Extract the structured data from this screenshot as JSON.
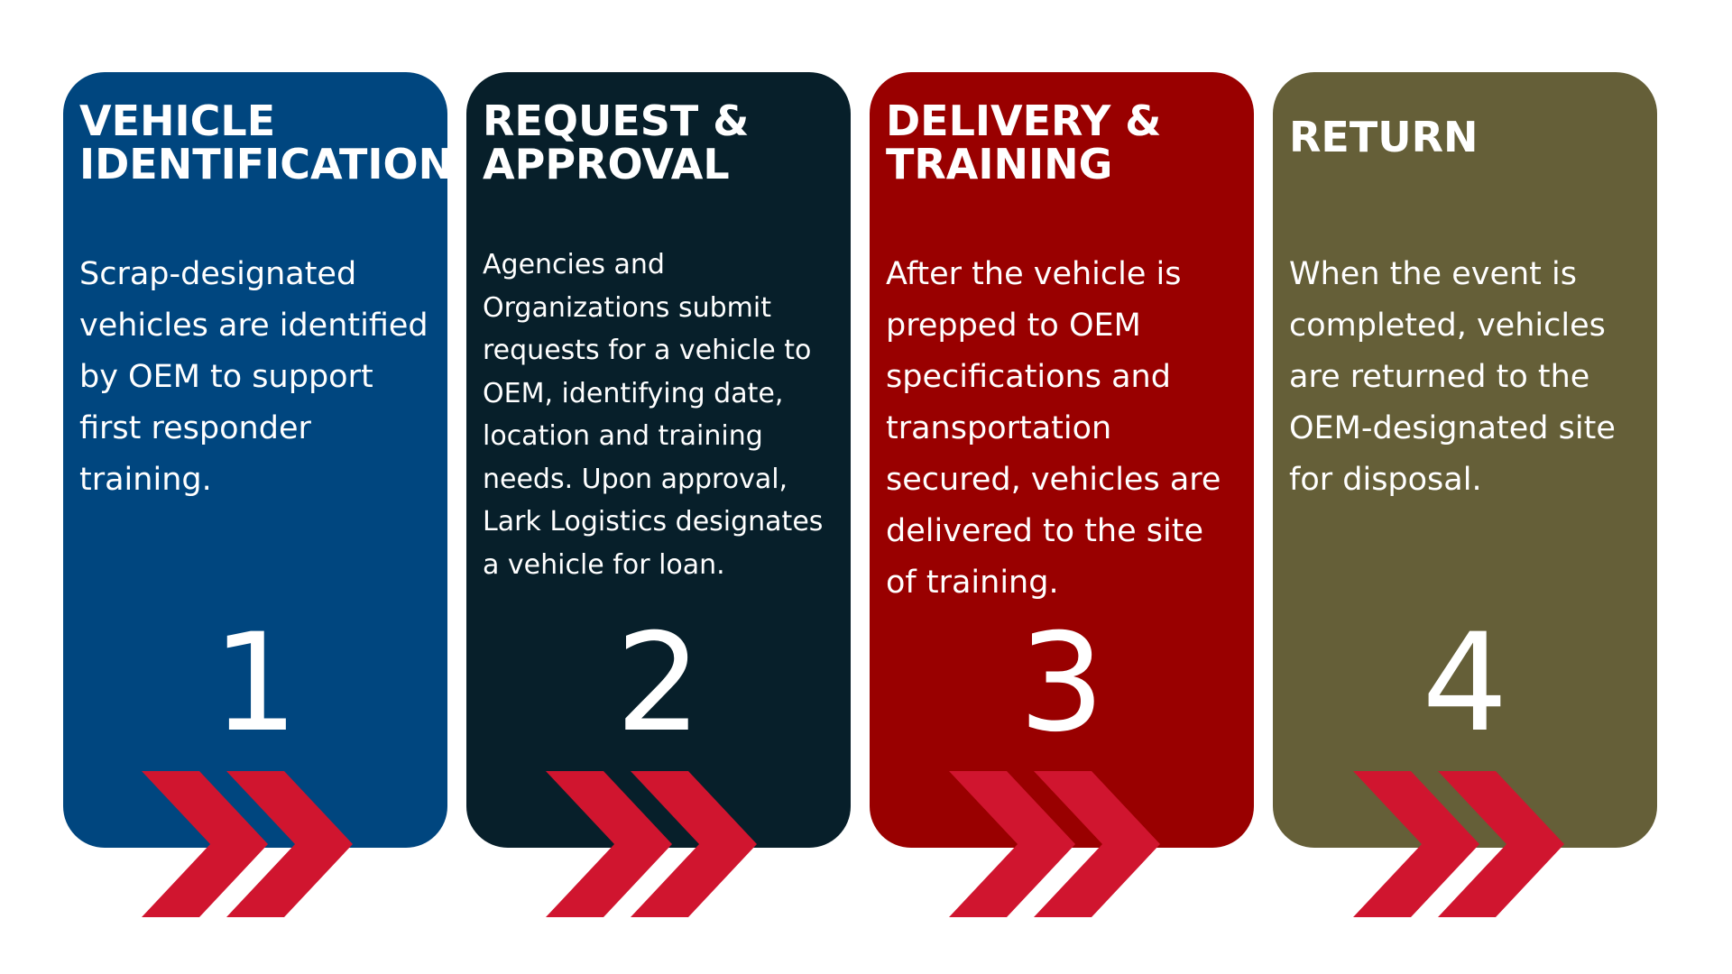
{
  "steps": [
    {
      "title": "VEHICLE\nIDENTIFICATION",
      "body": "Scrap-designated vehicles are identified by OEM to support first responder training.",
      "number": "1",
      "color": "#00467f"
    },
    {
      "title": "REQUEST &\nAPPROVAL",
      "body": "Agencies and Organizations submit requests for a vehicle to OEM, identifying date, location and training needs. Upon approval, Lark Logistics designates a vehicle for loan.",
      "number": "2",
      "color": "#071f2a"
    },
    {
      "title": "DELIVERY &\nTRAINING",
      "body": "After the vehicle is prepped to OEM specifications and transportation secured, vehicles are delivered to the site of training.",
      "number": "3",
      "color": "#990000"
    },
    {
      "title": "RETURN",
      "body": "When the event is completed, vehicles are returned to the OEM-designated site for disposal.",
      "number": "4",
      "color": "#655f38"
    }
  ],
  "colors": {
    "chevron": "#d0152f",
    "text": "#ffffff",
    "background": "#ffffff"
  },
  "icons": {
    "chevron": "double-chevron-right-icon"
  }
}
